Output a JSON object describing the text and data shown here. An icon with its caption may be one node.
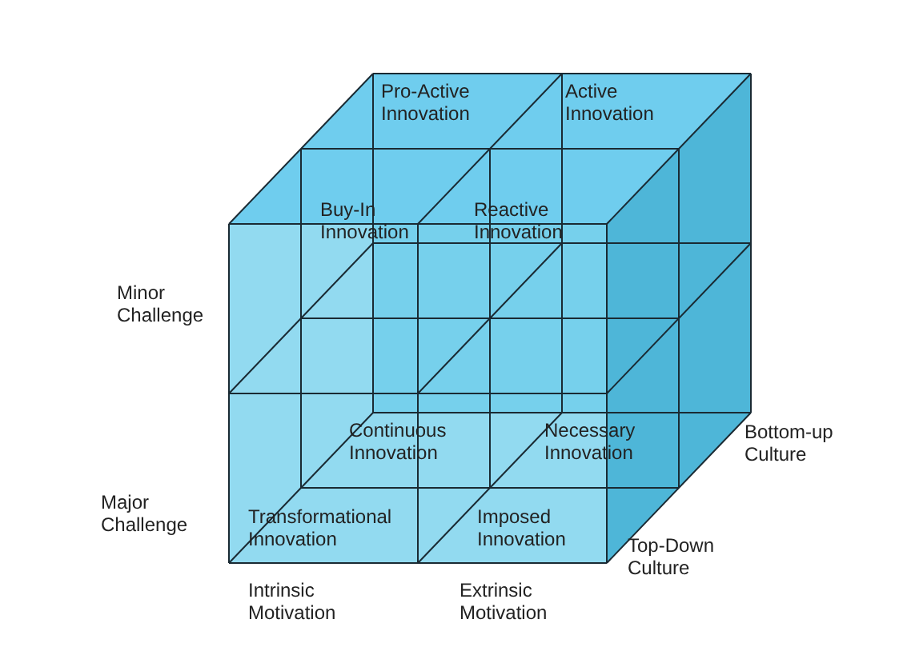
{
  "diagram": {
    "nodes": [
      {
        "text": [
          "Pro-Active Innovation"
        ]
      },
      {
        "text": [
          "Active Innovation"
        ]
      },
      {
        "text": [
          "Buy-In Innovation"
        ]
      },
      {
        "text": [
          "Reactive Innovation"
        ]
      },
      {
        "text": [
          "Continuous Innovation"
        ]
      },
      {
        "text": [
          "Necessary Innovation"
        ]
      },
      {
        "text": [
          "Transformational Innovation"
        ]
      },
      {
        "text": [
          "Imposed Innovation"
        ]
      }
    ],
    "edges": [],
    "labels": [
      "Minor Challenge",
      "Bottom-up Culture",
      "Major Challenge",
      "Top-Down Culture",
      "Intrinsic Motivation",
      "Extrinsic Motivation"
    ]
  }
}
